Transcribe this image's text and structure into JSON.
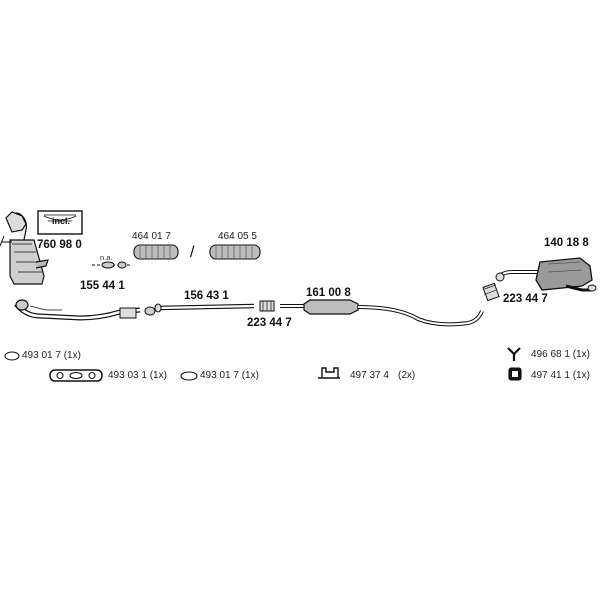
{
  "parts": {
    "catalyst": "760 98 0",
    "catalyst_box": "incl.",
    "sensor_note": "n.a.",
    "front_pipe": "155 44 1",
    "flex_a": "464 01 7",
    "separator": "/",
    "flex_b": "464 05 5",
    "middle_pipe": "156 43 1",
    "clamp_mid": "223 44 7",
    "middle_silencer": "161 00 8",
    "rear_silencer": "140 18 8",
    "clamp_rear": "223 44 7"
  },
  "legend": {
    "ring_left": "493 01 7 (1x)",
    "gasket": "493 03 1 (1x)",
    "ring_right": "493 01 7 (1x)",
    "hanger_bracket": "497 37 4",
    "hanger_bracket_qty": "(2x)",
    "y_hanger": "496 68 1 (1x)",
    "rubber_mount": "497 41 1 (1x)"
  }
}
